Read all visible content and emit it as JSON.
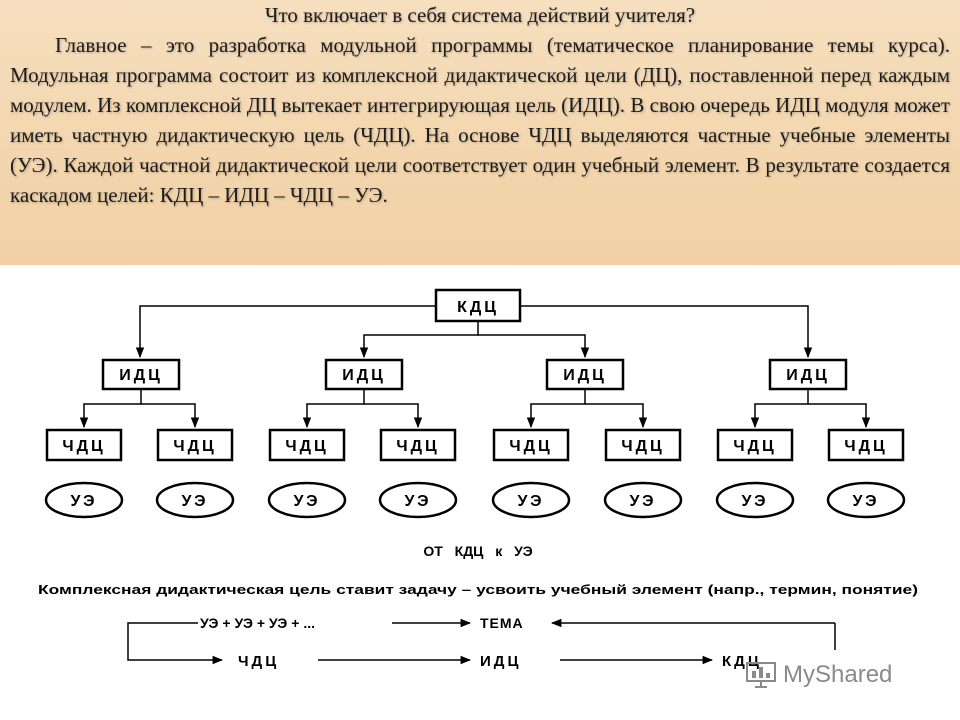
{
  "header": {
    "title": "Что включает в себя система действий учителя?",
    "body": "Главное – это разработка модульной программы (тематическое планирование темы курса). Модульная программа состоит из комплексной дидактической цели (ДЦ), поставленной перед каждым модулем. Из комплексной ДЦ вытекает интегрирующая цель (ИДЦ). В свою очередь ИДЦ модуля может иметь частную дидактическую цель (ЧДЦ). На основе ЧДЦ выделяются частные учебные элементы (УЭ). Каждой частной дидактической цели соответствует один учебный элемент. В результате создается каскадом целей: КДЦ – ИДЦ – ЧДЦ – УЭ."
  },
  "diagram": {
    "root_label": "КДЦ",
    "level2_label": "ИДЦ",
    "level3_label": "ЧДЦ",
    "leaf_label": "УЭ",
    "caption": "ОТ КДЦ к УЭ",
    "description": "Комплексная дидактическая цель ставит задачу – усвоить учебный элемент (напр., термин, понятие)",
    "flow_row1_left": "УЭ + УЭ + УЭ + ...",
    "flow_row1_right": "ТЕМА",
    "flow_row2_left": "ЧДЦ",
    "flow_row2_mid": "ИДЦ",
    "flow_row2_right": "КДЦ"
  },
  "watermark": {
    "text": "MyShared"
  }
}
